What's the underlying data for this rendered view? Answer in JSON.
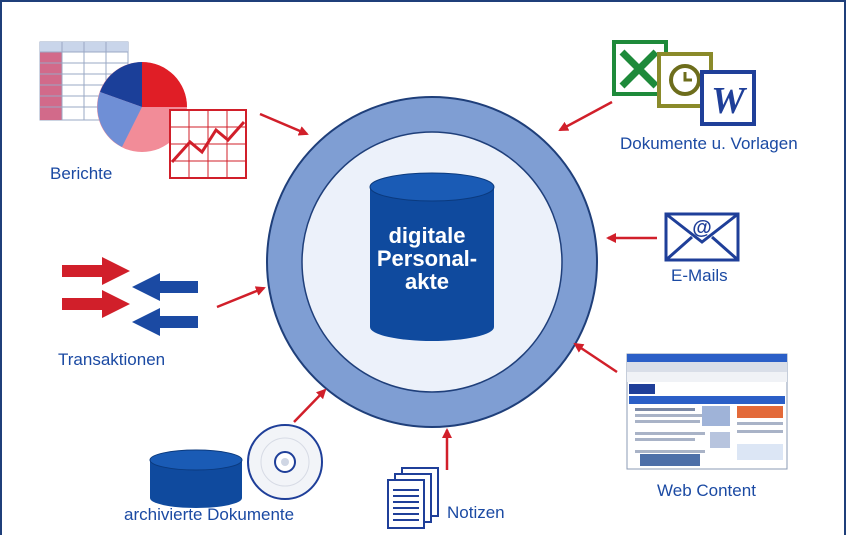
{
  "center": {
    "line1": "digitale",
    "line2": "Personal-",
    "line3": "akte"
  },
  "labels": {
    "berichte": "Berichte",
    "dokumente": "Dokumente u. Vorlagen",
    "emails": "E-Mails",
    "transaktionen": "Transaktionen",
    "webcontent": "Web Content",
    "archiv": "archivierte Dokumente",
    "notizen": "Notizen"
  },
  "icons": {
    "word_letter": "W",
    "email_symbol": "@"
  },
  "colors": {
    "label_blue": "#1b4aa3",
    "ring_outer": "#7f9ed3",
    "ring_inner": "#ecf1fa",
    "database": "#0f4a9e",
    "arrow_red": "#d11f2a",
    "dark_blue": "#1f3f7a"
  }
}
